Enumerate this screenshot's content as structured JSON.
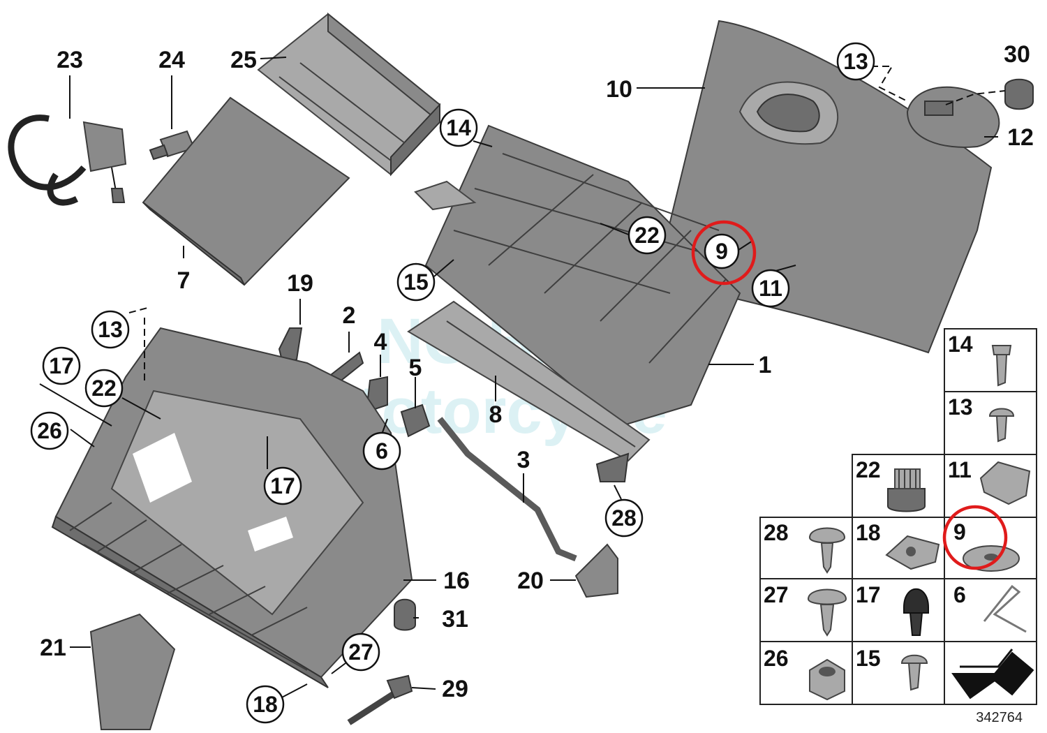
{
  "diagram": {
    "catalog_number": "342764",
    "watermark_line1": "NC BMW",
    "watermark_line2": "Motorcycle",
    "highlight_color": "#e01b1b",
    "part_color": "#8a8a8a"
  },
  "callouts": [
    {
      "id": "23",
      "circled": false
    },
    {
      "id": "24",
      "circled": false
    },
    {
      "id": "25",
      "circled": false
    },
    {
      "id": "7",
      "circled": false
    },
    {
      "id": "10",
      "circled": false
    },
    {
      "id": "13",
      "circled": true
    },
    {
      "id": "30",
      "circled": false
    },
    {
      "id": "12",
      "circled": false
    },
    {
      "id": "14",
      "circled": true
    },
    {
      "id": "22",
      "circled": true
    },
    {
      "id": "9",
      "circled": true
    },
    {
      "id": "15",
      "circled": true
    },
    {
      "id": "11",
      "circled": true
    },
    {
      "id": "19",
      "circled": false
    },
    {
      "id": "2",
      "circled": false
    },
    {
      "id": "4",
      "circled": false
    },
    {
      "id": "5",
      "circled": false
    },
    {
      "id": "13",
      "circled": true
    },
    {
      "id": "17",
      "circled": true
    },
    {
      "id": "22",
      "circled": true
    },
    {
      "id": "26",
      "circled": true
    },
    {
      "id": "6",
      "circled": true
    },
    {
      "id": "8",
      "circled": false
    },
    {
      "id": "1",
      "circled": false
    },
    {
      "id": "3",
      "circled": false
    },
    {
      "id": "17",
      "circled": true
    },
    {
      "id": "28",
      "circled": true
    },
    {
      "id": "16",
      "circled": false
    },
    {
      "id": "20",
      "circled": false
    },
    {
      "id": "31",
      "circled": false
    },
    {
      "id": "21",
      "circled": false
    },
    {
      "id": "27",
      "circled": true
    },
    {
      "id": "18",
      "circled": true
    },
    {
      "id": "29",
      "circled": false
    }
  ],
  "legend_grid": [
    {
      "id": "14",
      "part": "screw"
    },
    {
      "id": "13",
      "part": "screw"
    },
    {
      "id": "22",
      "part": "gear"
    },
    {
      "id": "11",
      "part": "clip"
    },
    {
      "id": "28",
      "part": "screw"
    },
    {
      "id": "18",
      "part": "nut"
    },
    {
      "id": "9",
      "part": "washer"
    },
    {
      "id": "27",
      "part": "screw"
    },
    {
      "id": "17",
      "part": "buffer"
    },
    {
      "id": "6",
      "part": "spring"
    },
    {
      "id": "26",
      "part": "nut"
    },
    {
      "id": "15",
      "part": "screw"
    },
    {
      "id": "",
      "part": "arrow"
    }
  ]
}
